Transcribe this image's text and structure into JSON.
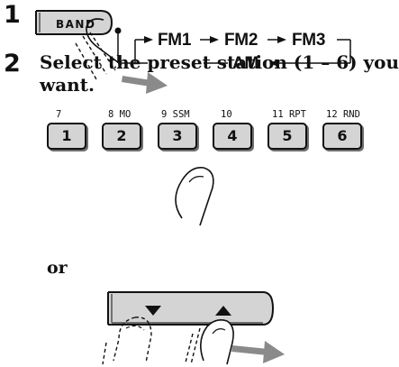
{
  "step1": {
    "number": "1",
    "band_button_label": "BAND",
    "cycle": {
      "fm1": "FM1",
      "fm2": "FM2",
      "fm3": "FM3",
      "am": "AM"
    }
  },
  "step2": {
    "number": "2",
    "instruction_line1": "Select the preset station (1 – 6) you",
    "instruction_line2": "want.",
    "presets": [
      {
        "top_label": "7",
        "number": "1"
      },
      {
        "top_label": "8 MO",
        "number": "2"
      },
      {
        "top_label": "9 SSM",
        "number": "3"
      },
      {
        "top_label": "10",
        "number": "4"
      },
      {
        "top_label": "11 RPT",
        "number": "5"
      },
      {
        "top_label": "12 RND",
        "number": "6"
      }
    ],
    "or_text": "or"
  },
  "colors": {
    "button_fill": "#d4d4d4",
    "arrow_gray": "#8a8a8a",
    "ink": "#111111"
  },
  "icons": [
    "finger-press-icon",
    "push-arrow-icon",
    "down-triangle-icon",
    "up-triangle-icon"
  ]
}
